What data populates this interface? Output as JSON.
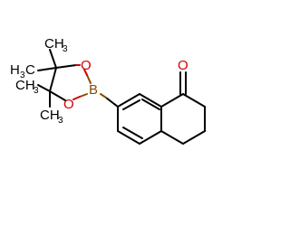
{
  "molecule": {
    "atoms": {
      "carbonyl_oxygen": "O",
      "ring_oxygen_top": "O",
      "ring_oxygen_bottom": "O",
      "boron": "B",
      "methyl_1": "CH",
      "methyl_1_sub": "3",
      "methyl_2": "H",
      "methyl_2_c": "C",
      "methyl_2_sub": "3",
      "methyl_3": "CH",
      "methyl_3_sub": "3",
      "methyl_4": "CH",
      "methyl_4_sub": "3"
    },
    "colors": {
      "oxygen": "#d40000",
      "boron": "#8a4b00",
      "carbon": "#000000"
    }
  }
}
